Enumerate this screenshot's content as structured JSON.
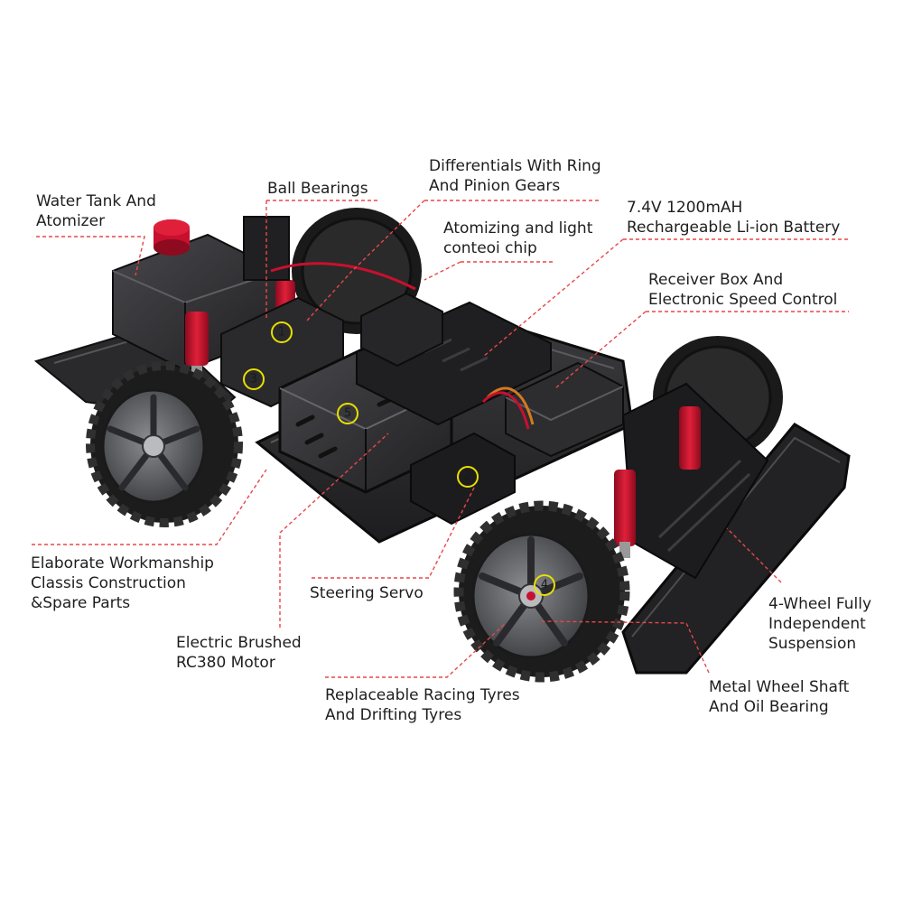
{
  "colors": {
    "leader_line": "#e8464a",
    "chassis": "#2b2b2d",
    "chassis_dark": "#161618",
    "tyre": "#1c1c1c",
    "rim": "#5d5f63",
    "accent_red": "#c8102e",
    "marker_ring": "#e8e000"
  },
  "callouts": [
    {
      "id": "water-tank",
      "lines": [
        "Water Tank And",
        "Atomizer"
      ]
    },
    {
      "id": "ball-bearings",
      "lines": [
        "Ball Bearings"
      ]
    },
    {
      "id": "differentials",
      "lines": [
        "Differentials With Ring",
        "And Pinion Gears"
      ]
    },
    {
      "id": "battery",
      "lines": [
        "7.4V 1200mAH",
        "Rechargeable Li-ion Battery"
      ]
    },
    {
      "id": "atomizing-chip",
      "lines": [
        "Atomizing and light",
        "conteoi chip"
      ]
    },
    {
      "id": "receiver",
      "lines": [
        "Receiver Box And",
        "Electronic Speed Control"
      ]
    },
    {
      "id": "workmanship",
      "lines": [
        "Elaborate Workmanship",
        "Classis Construction",
        "&Spare Parts"
      ]
    },
    {
      "id": "steering-servo",
      "lines": [
        "Steering Servo"
      ]
    },
    {
      "id": "suspension",
      "lines": [
        "4-Wheel Fully",
        "Independent",
        "Suspension"
      ]
    },
    {
      "id": "motor",
      "lines": [
        "Electric Brushed",
        "RC380 Motor"
      ]
    },
    {
      "id": "wheel-shaft",
      "lines": [
        "Metal Wheel Shaft",
        "And Oil Bearing"
      ]
    },
    {
      "id": "tyres",
      "lines": [
        "Replaceable Racing Tyres",
        "And Drifting Tyres"
      ]
    }
  ],
  "markers": [
    "1",
    "2",
    "3",
    "4",
    "5"
  ]
}
